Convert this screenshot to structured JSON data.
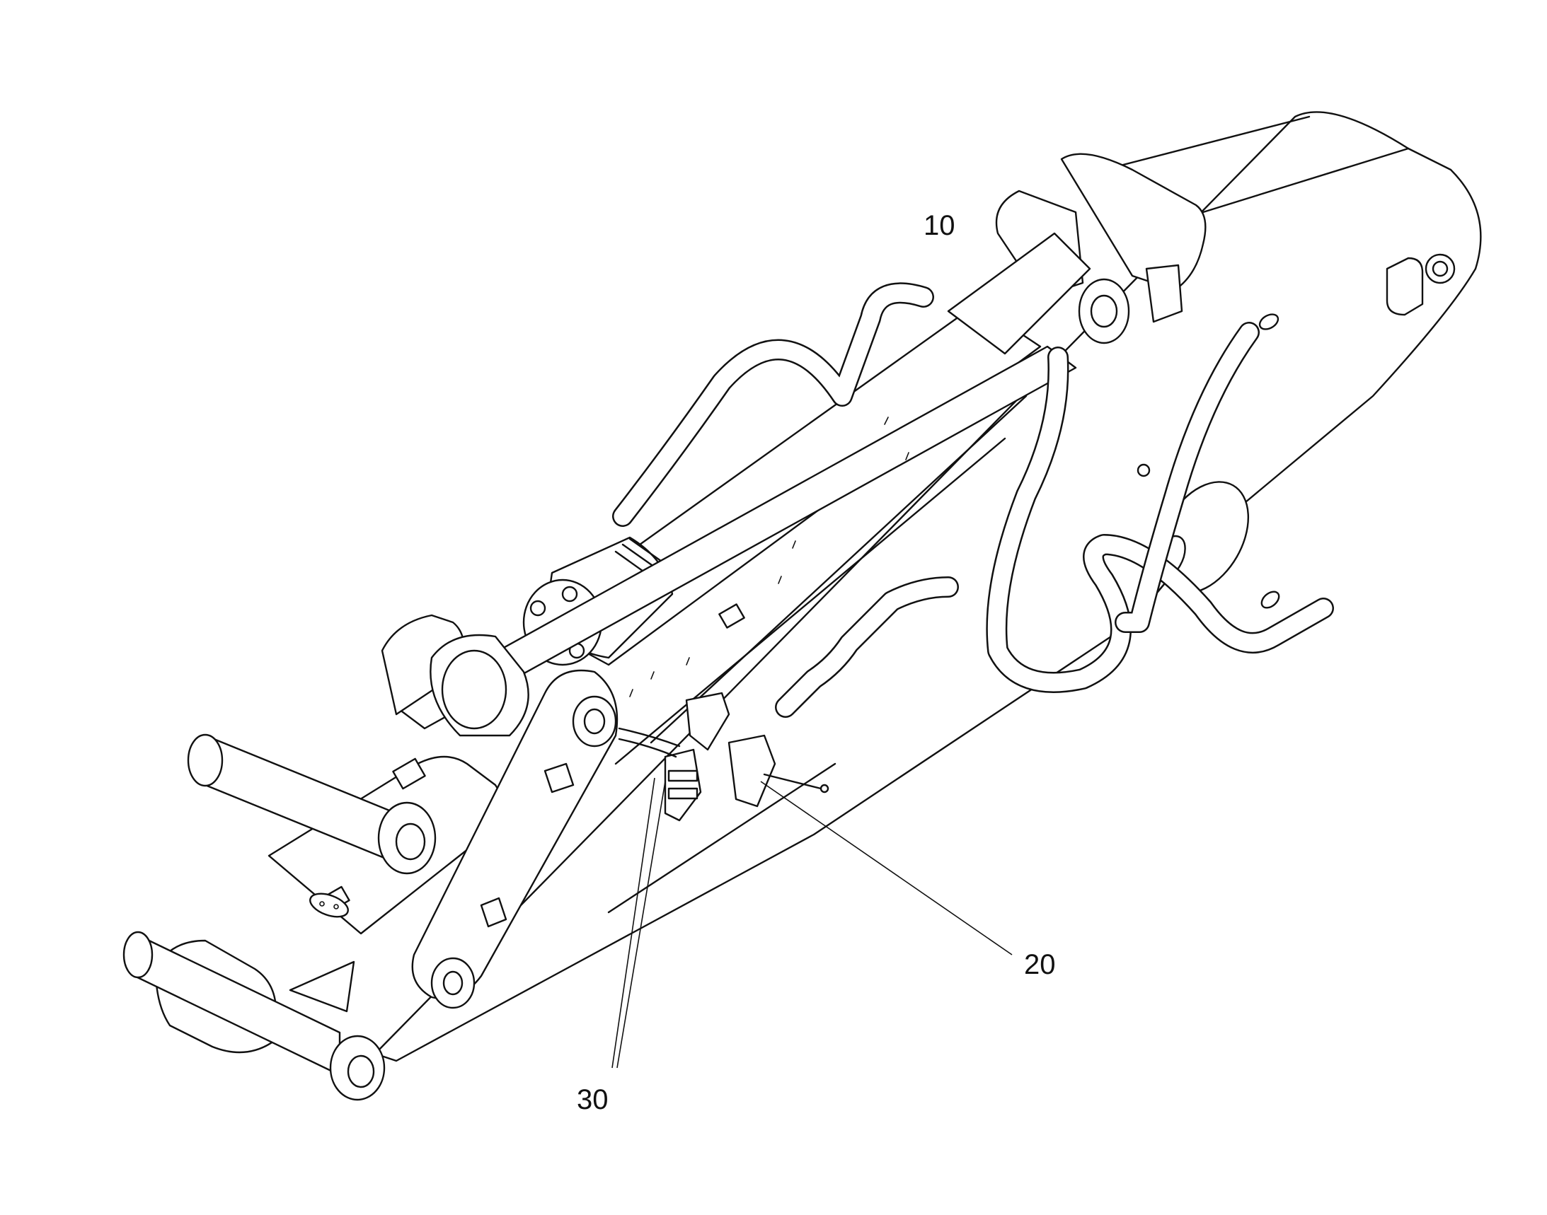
{
  "diagram": {
    "callouts": [
      {
        "id": "callout-10",
        "label": "10"
      },
      {
        "id": "callout-20",
        "label": "20"
      },
      {
        "id": "callout-30",
        "label": "30"
      }
    ]
  }
}
